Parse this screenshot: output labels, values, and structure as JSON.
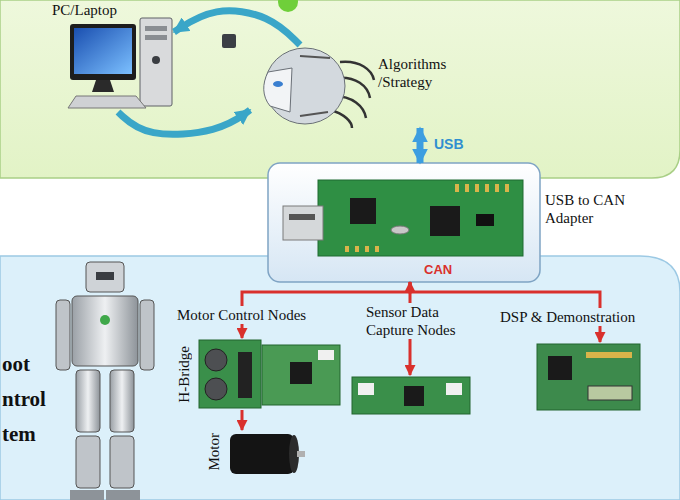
{
  "diagram": {
    "nodes": [
      {
        "text": [
          "PC/Laptop"
        ]
      },
      {
        "text": [
          "Algorithms /Strategy"
        ]
      },
      {
        "text": [
          "USB to CAN Adapter"
        ]
      },
      {
        "text": [
          "Motor Control Nodes"
        ]
      },
      {
        "text": [
          "Sensor Data Capture Nodes"
        ]
      },
      {
        "text": [
          "DSP & Demonstration"
        ]
      },
      {
        "text": [
          "Motor"
        ]
      }
    ],
    "edges": [
      {
        "from": 0,
        "to": 1,
        "arrow": "to"
      },
      {
        "from": 1,
        "to": 0,
        "arrow": "to"
      },
      {
        "from": 1,
        "to": 2,
        "label": "USB",
        "arrow": "both"
      },
      {
        "from": 2,
        "to": 3,
        "arrow": "to"
      },
      {
        "from": 2,
        "to": 4,
        "label": "CAN",
        "arrow": "both"
      },
      {
        "from": 2,
        "to": 5,
        "arrow": "to"
      },
      {
        "from": 3,
        "to": 6,
        "arrow": "to"
      }
    ],
    "labels": [
      "H-Bridge",
      "oot",
      "ntrol",
      "tem"
    ]
  }
}
